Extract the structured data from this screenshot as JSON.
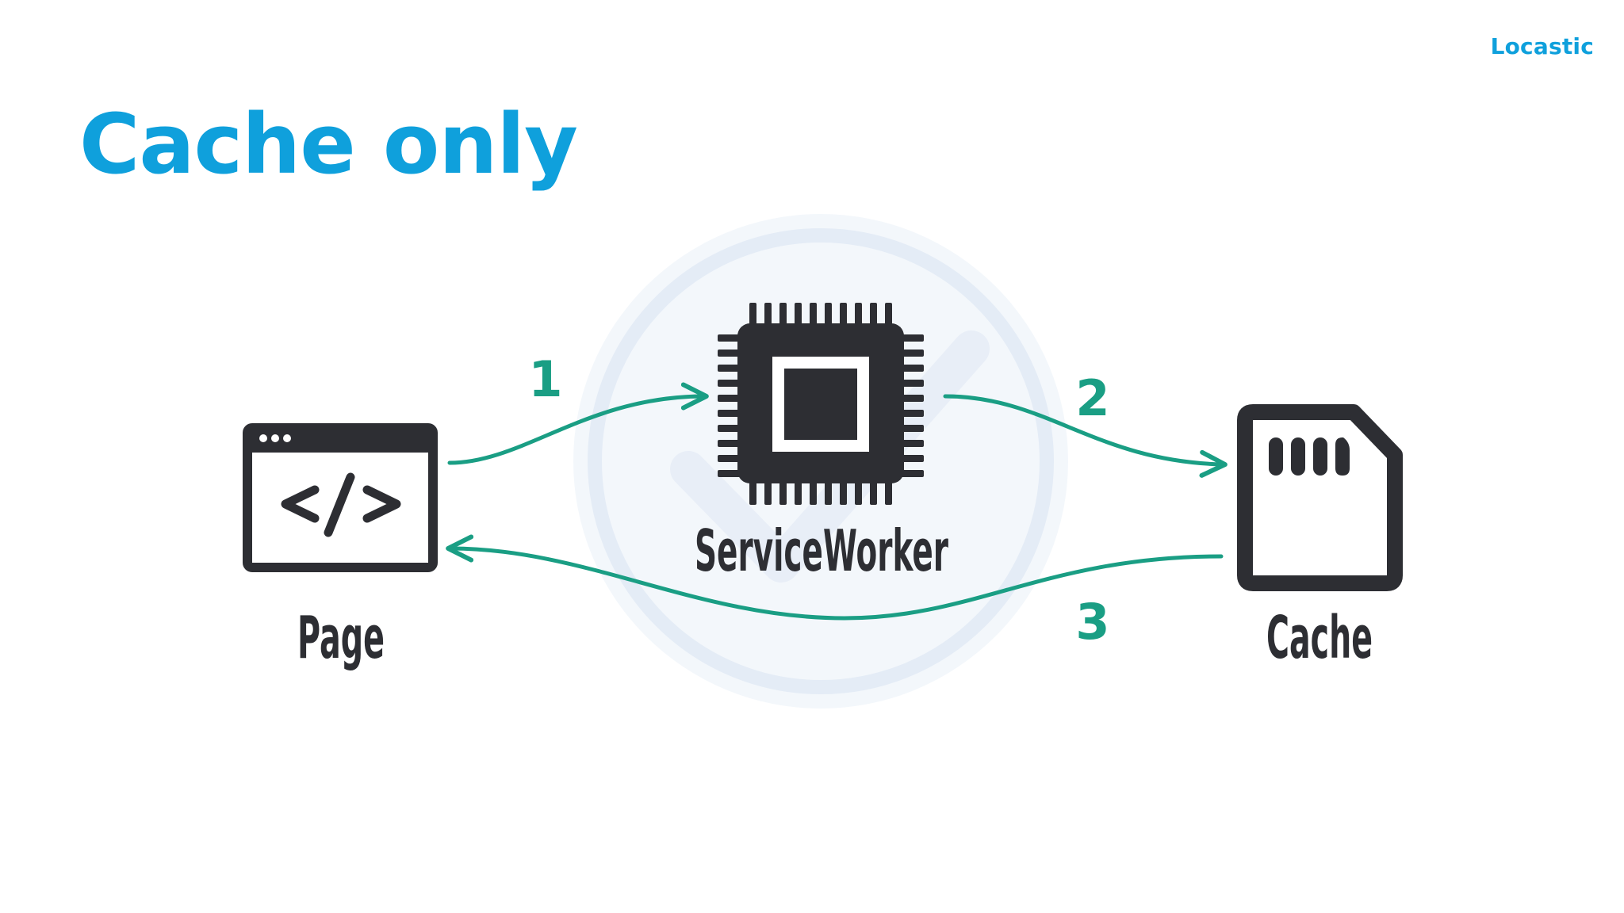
{
  "header": {
    "brand": "Locastic",
    "title": "Cache only"
  },
  "nodes": {
    "page": {
      "label": "Page",
      "icon": "browser-code-icon"
    },
    "service_worker": {
      "label": "ServiceWorker",
      "icon": "chip-icon"
    },
    "cache": {
      "label": "Cache",
      "icon": "sd-card-icon"
    }
  },
  "steps": [
    {
      "number": "1",
      "from": "Page",
      "to": "ServiceWorker"
    },
    {
      "number": "2",
      "from": "ServiceWorker",
      "to": "Cache"
    },
    {
      "number": "3",
      "from": "Cache",
      "to": "Page"
    }
  ],
  "colors": {
    "accent": "#0fa0dc",
    "arrow": "#1a9e84",
    "icon": "#2d2e33",
    "watermark": "#e4ecf6"
  }
}
